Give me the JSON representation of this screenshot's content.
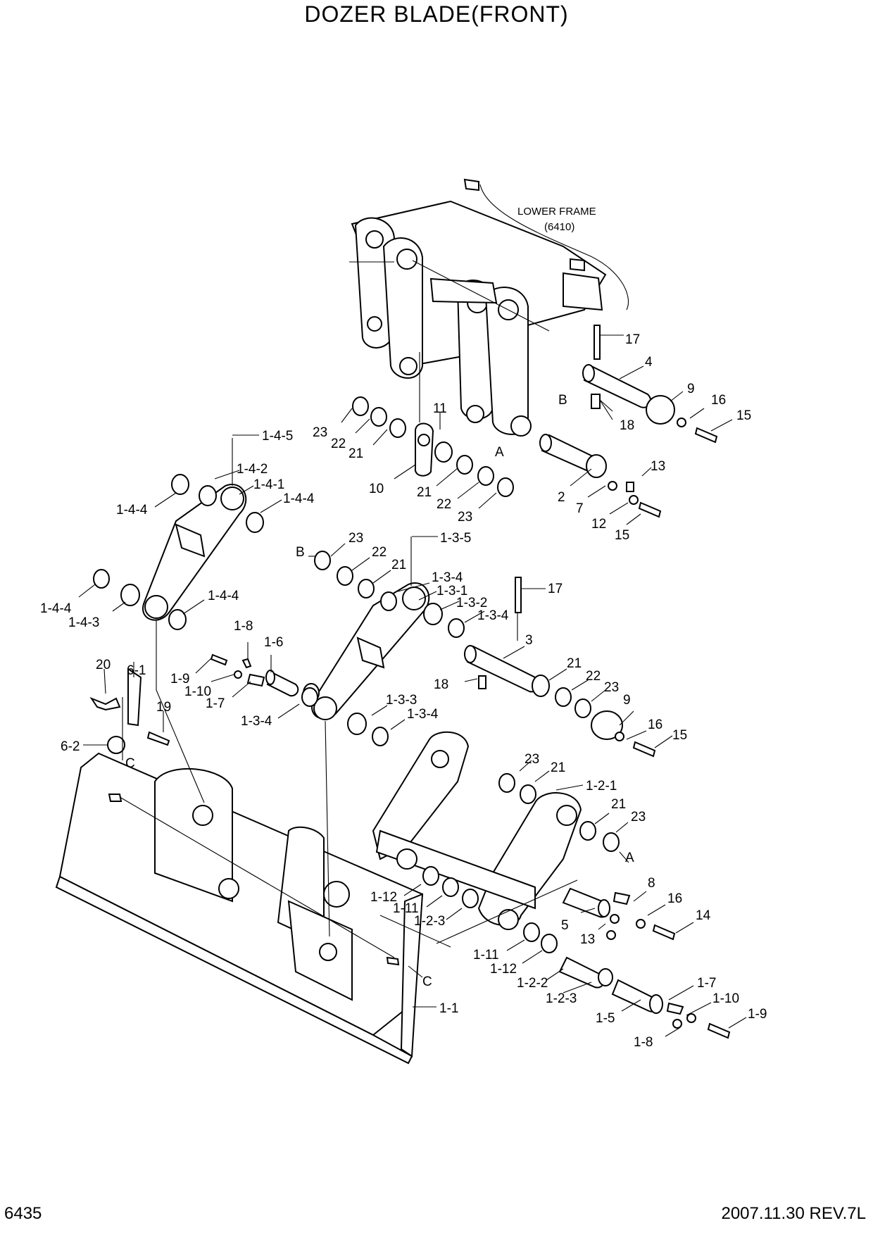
{
  "header": {
    "title": "DOZER BLADE(FRONT)"
  },
  "footer": {
    "page_number": "6435",
    "date_revision": "2007.11.30  REV.7L"
  },
  "reference": {
    "line1": "LOWER FRAME",
    "line2": "(6410)"
  },
  "callouts": [
    "17",
    "4",
    "9",
    "16",
    "15",
    "B",
    "18",
    "11",
    "23",
    "22",
    "21",
    "A",
    "10",
    "21",
    "22",
    "23",
    "13",
    "2",
    "7",
    "12",
    "15",
    "1-4-5",
    "1-4-2",
    "1-4-1",
    "1-4-4",
    "1-4-4",
    "1-4-4",
    "1-4-3",
    "1-4-4",
    "1-3-5",
    "B",
    "23",
    "22",
    "21",
    "1-3-4",
    "1-3-1",
    "1-3-2",
    "1-3-4",
    "17",
    "3",
    "1-8",
    "1-6",
    "1-9",
    "1-10",
    "1-7",
    "18",
    "21",
    "22",
    "23",
    "9",
    "16",
    "15",
    "1-3-4",
    "1-3-3",
    "1-3-4",
    "20",
    "6-1",
    "19",
    "6-2",
    "C",
    "23",
    "21",
    "1-2-1",
    "21",
    "23",
    "A",
    "8",
    "16",
    "14",
    "1-12",
    "1-11",
    "1-2-3",
    "5",
    "13",
    "1-11",
    "1-12",
    "1-2-2",
    "1-2-3",
    "C",
    "1-7",
    "1-10",
    "1-9",
    "1-5",
    "1-8",
    "1-1"
  ]
}
